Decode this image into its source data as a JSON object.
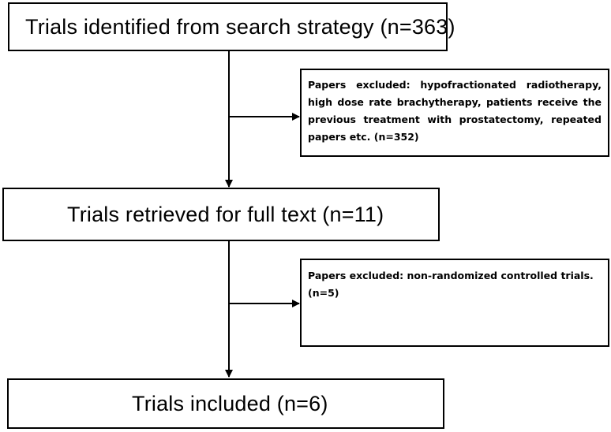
{
  "boxes": {
    "identified": "Trials identified from search strategy (n=363)",
    "excluded_1": "Papers excluded: hypofractionated radiotherapy, high dose rate brachytherapy, patients receive the previous treatment with prostatectomy, repeated papers etc. (n=352)",
    "retrieved": "Trials retrieved for full text (n=11)",
    "excluded_2": "Papers excluded: non-randomized controlled trials. (n=5)",
    "included": "Trials included (n=6)"
  }
}
